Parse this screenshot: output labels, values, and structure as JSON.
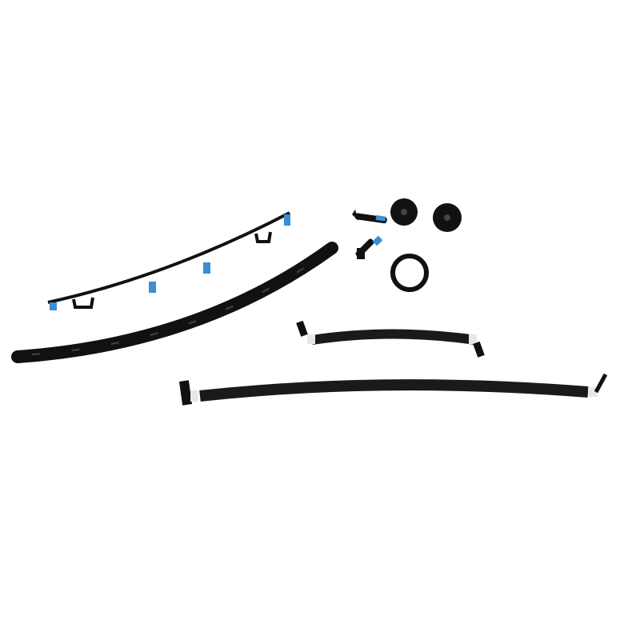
{
  "scene": {
    "background_color": "#ffffff",
    "part_color": "#111111",
    "accent_color": "#3a8fd6",
    "cord_end_color": "#e8e8e8",
    "parts": [
      "clip-strip",
      "curved-channel",
      "screw",
      "screw",
      "washer",
      "washer",
      "o-ring",
      "short-cord",
      "long-cord"
    ]
  }
}
